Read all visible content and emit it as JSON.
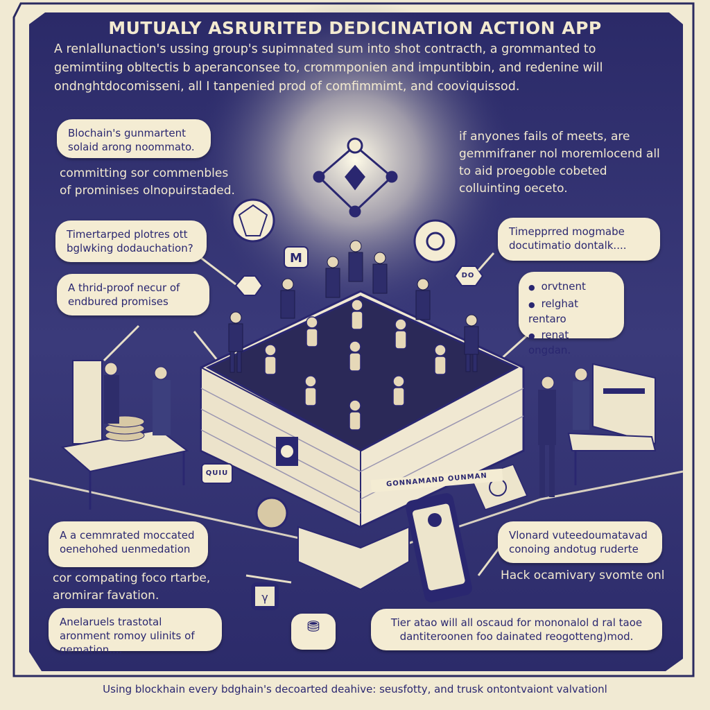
{
  "title": "MUTUALY ASRURITED DEDICINATION ACTION APP",
  "intro": "A renlallunaction's ussing group's supimnated sum into shot contracth, a grommanted to gemimtiing obltectis b aperanconsee to, crommponien and impuntibbin, and redenine will ondnghtdocomisseni, all I tanpenied prod of comfimmimt, and cooviquissod.",
  "left": {
    "bubble_1": "Blochain's gunmartent solaid arong noommato.",
    "text_1": "committing sor commenbles of prominises olnopuirstaded.",
    "bubble_2": "Timertarped plotres ott bglwking dodauchation?",
    "bubble_3": "A thrid-proof necur of endbured promises"
  },
  "right": {
    "text_1": "if anyones fails of meets, are gemmifraner nol moremlocend all to aid proegoble cobeted colluinting oeceto.",
    "bubble_1": "Timepprred mogmabe docutimatio dontalk....",
    "bullets": [
      "orvtnent",
      "relghat rentaro",
      "renat ongdan."
    ]
  },
  "bottom": {
    "bubble_left_1": "A a cemmrated moccated oenehohed uenmedation",
    "text_left": "cor compating foco rtarbe, aromirar favation.",
    "bubble_left_2": "Anelaruels trastotal aronment romoy ulinits of gemation....",
    "bubble_right_1": "Vlonard vuteedoumatavad conoing andotug ruderte",
    "text_right": "Hack ocamivary svomte onl",
    "bubble_right_2": "Tier atao will all oscaud for mononalol d ral taoe dantiteroonen foo dainated reogotteng)mod."
  },
  "illustration": {
    "platform_label": "GONNAMAND OUNMAN",
    "chat_bubble": "QUIU",
    "hex_left_icon": "lock-icon",
    "hex_right_label": "DO"
  },
  "footer": "Using blockhain every bdghain's decoarted deahive: seusfotty, and trusk ontontvaiont valvationl",
  "colors": {
    "navy": "#2e2d6b",
    "cream": "#f4ecd3",
    "ink": "#2a2770"
  }
}
